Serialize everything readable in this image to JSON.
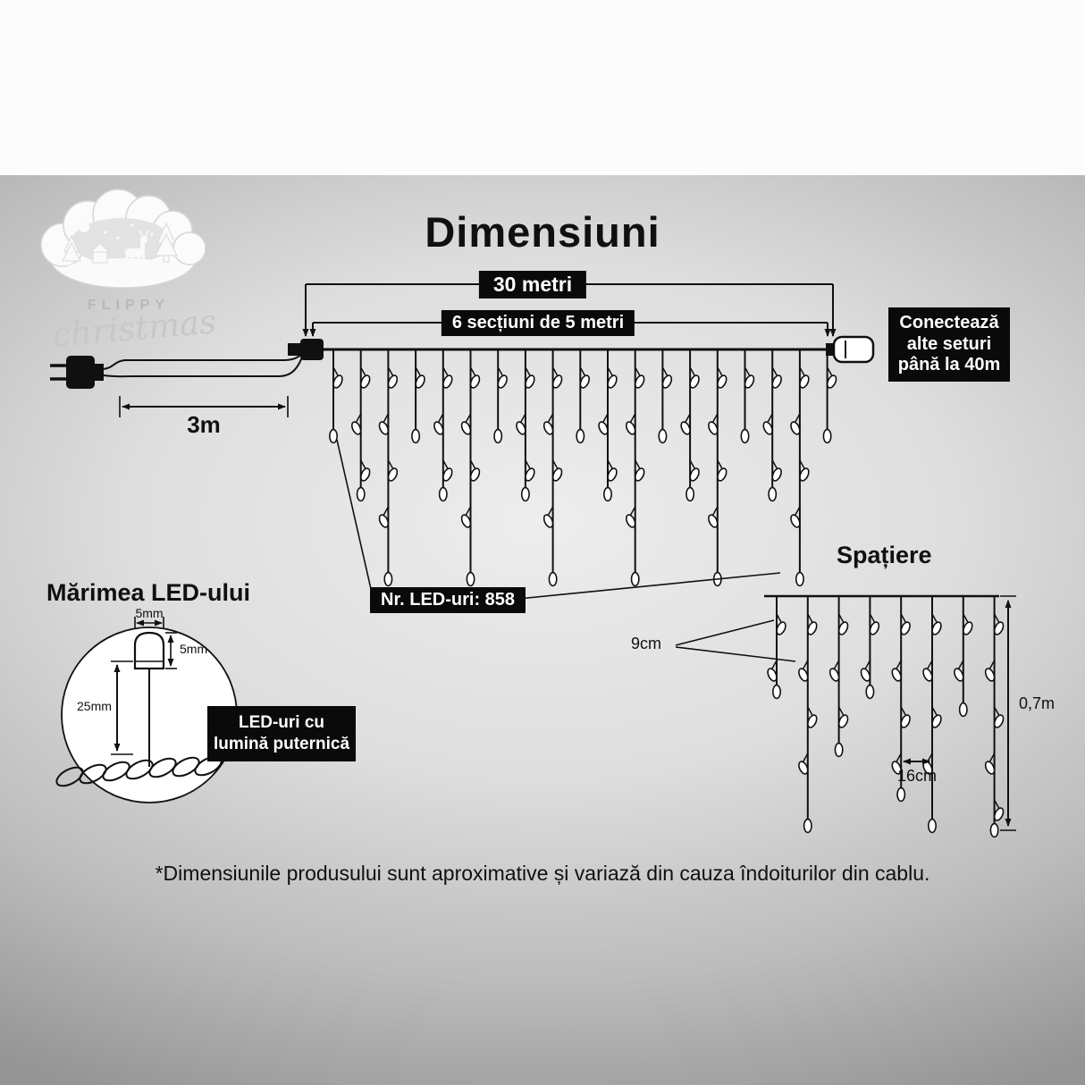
{
  "logo": {
    "brand": "FLIPPY",
    "brand_script": "christmas"
  },
  "title": "Dimensiuni",
  "curtain": {
    "total_length_label": "30 metri",
    "sections_label": "6 secțiuni de 5 metri",
    "lead_cable_label": "3m",
    "connect_label": "Conectează alte seturi până la 40m",
    "led_count_label": "Nr. LED-uri: 858"
  },
  "spacing": {
    "heading": "Spațiere",
    "bulb_spacing_label": "9cm",
    "drop_spacing_label": "16cm",
    "drop_length_label": "0,7m"
  },
  "led_size": {
    "heading": "Mărimea LED-ului",
    "width_label": "5mm",
    "height_label": "5mm",
    "length_label": "25mm",
    "note": "LED-uri cu lumină puternică"
  },
  "footnote": "*Dimensiunile produsului sunt aproximative și variază din cauza îndoiturilor din cablu.",
  "colors": {
    "label_box_bg": "#0a0a0a",
    "label_box_text": "#ffffff",
    "line_color": "#101010"
  }
}
